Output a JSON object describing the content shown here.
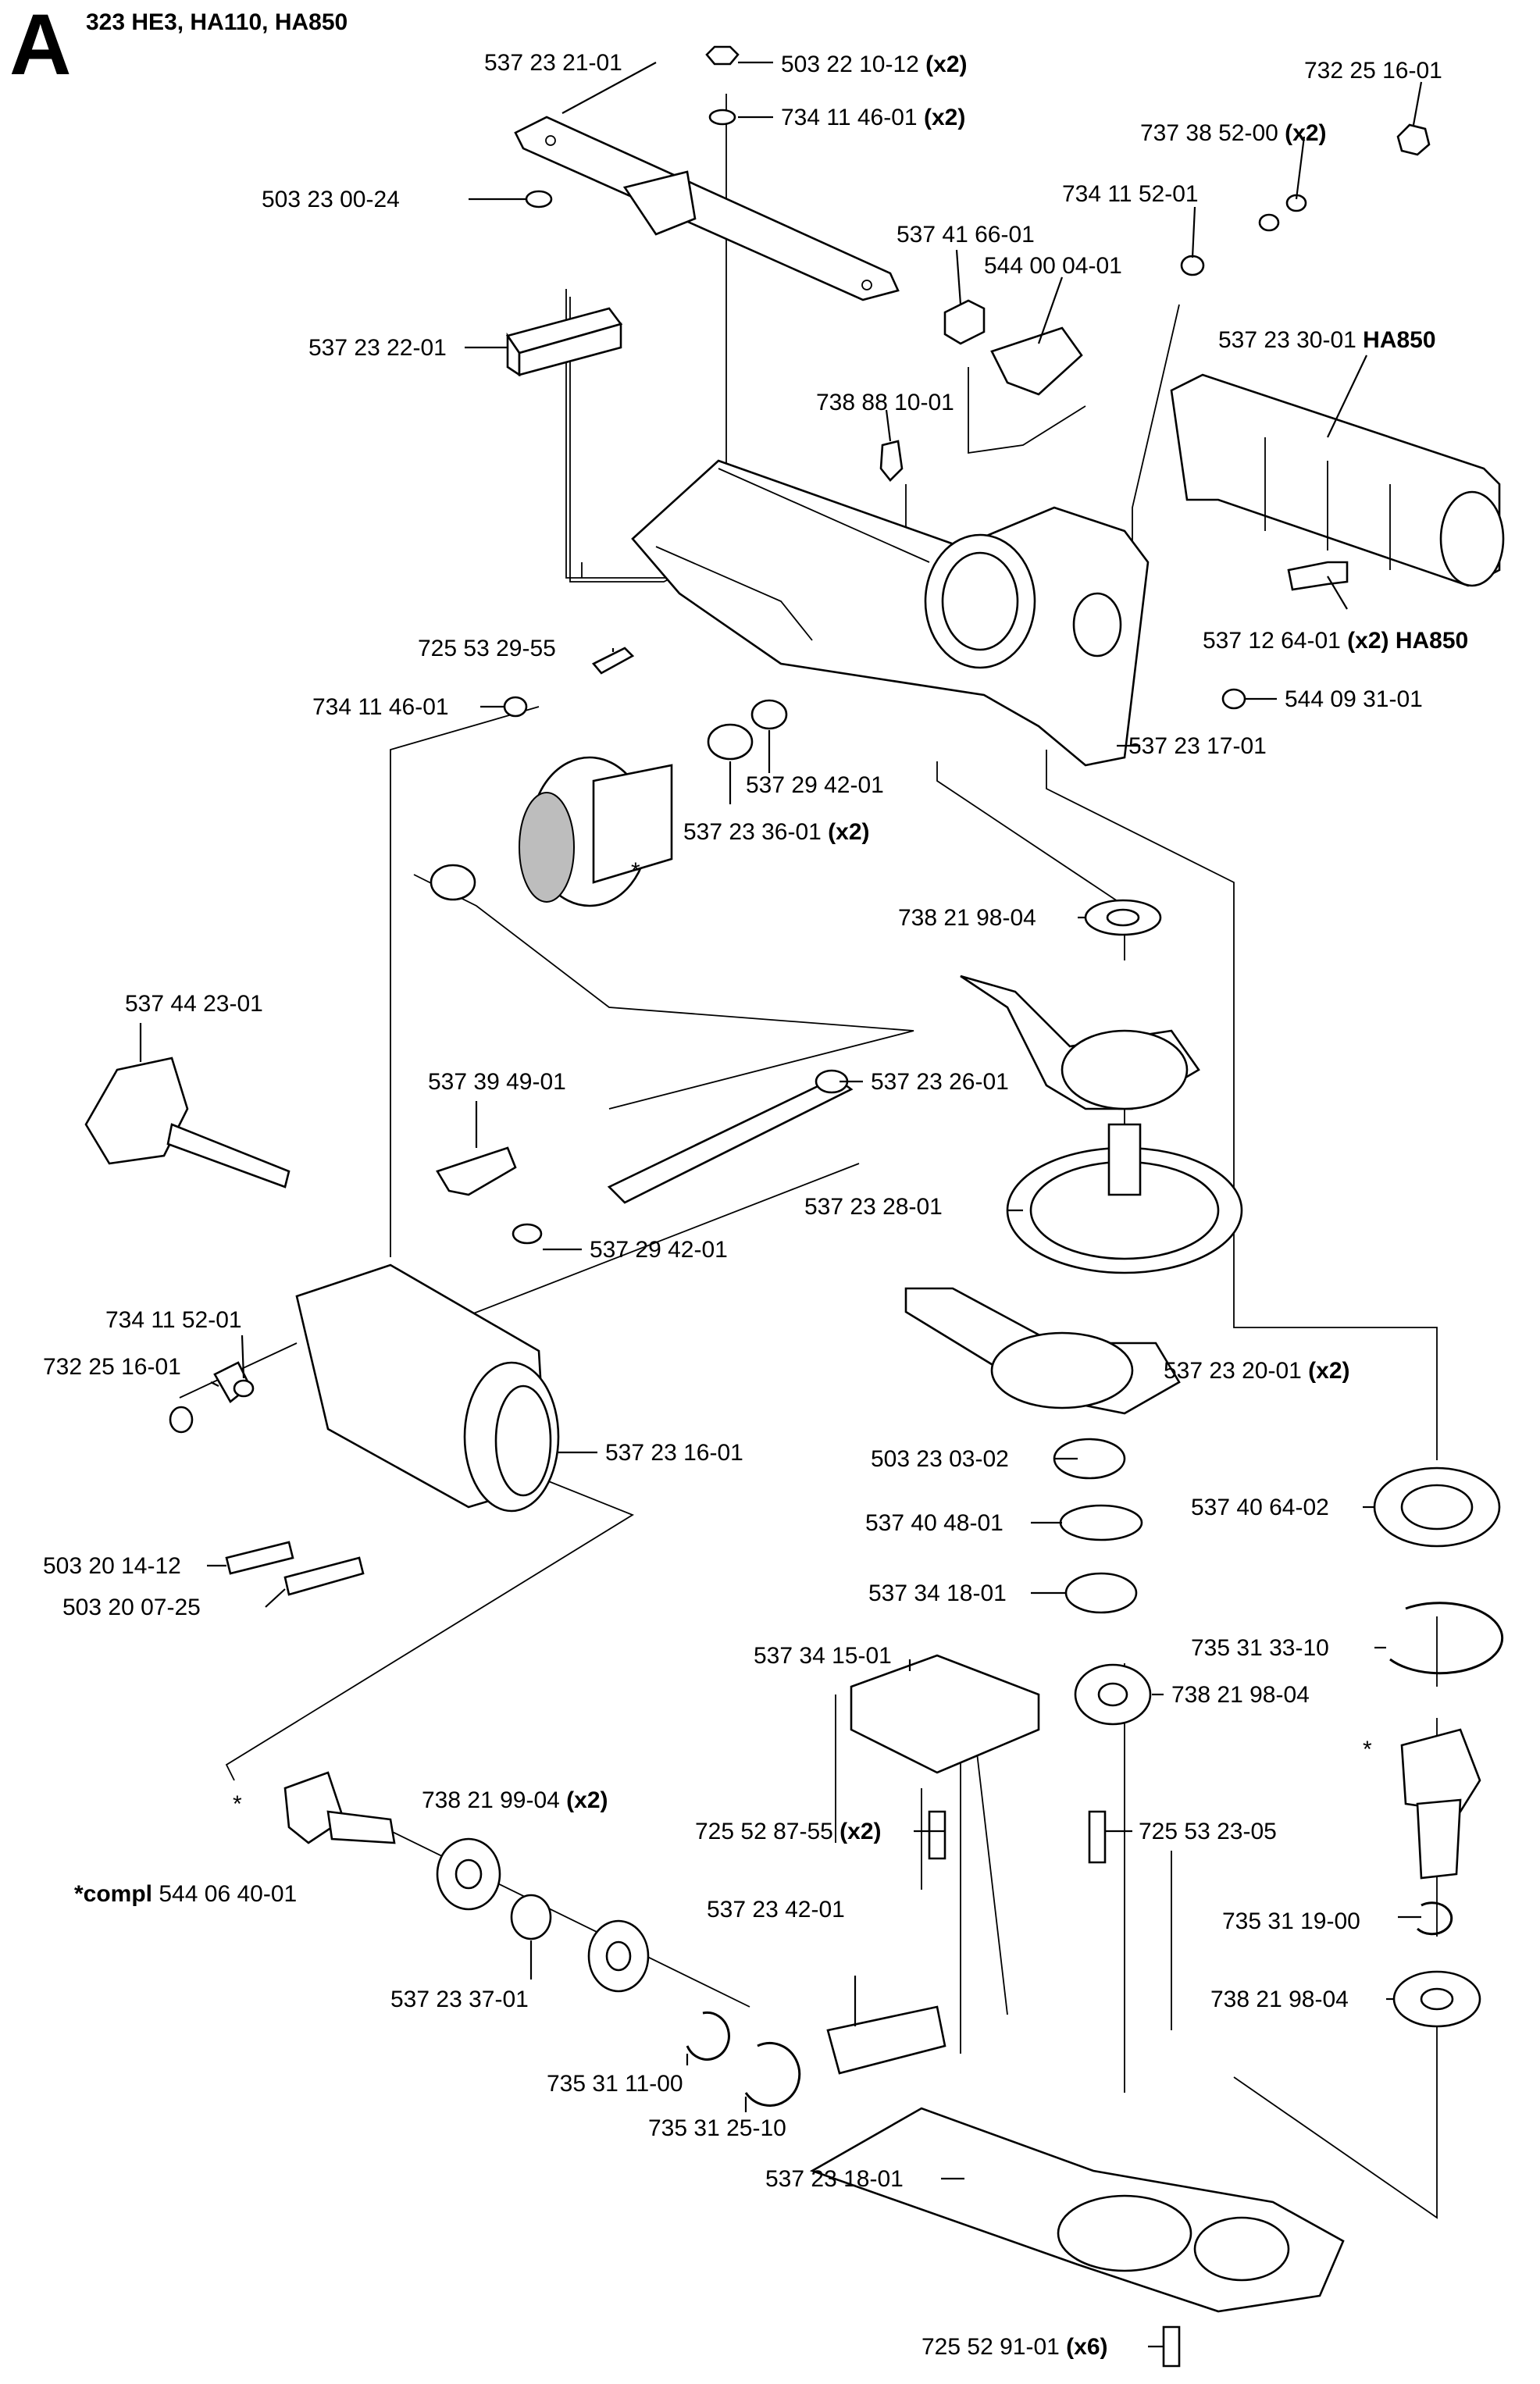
{
  "header": {
    "section": "A",
    "models": "323 HE3, HA110, HA850"
  },
  "parts": [
    {
      "number": "537 23 21-01",
      "note": ""
    },
    {
      "number": "503 22 10-12",
      "note": "(x2)"
    },
    {
      "number": "734 11 46-01",
      "note": "(x2)"
    },
    {
      "number": "732 25 16-01",
      "note": ""
    },
    {
      "number": "737 38 52-00",
      "note": "(x2)"
    },
    {
      "number": "503 23 00-24",
      "note": ""
    },
    {
      "number": "734 11 52-01",
      "note": ""
    },
    {
      "number": "537 41 66-01",
      "note": ""
    },
    {
      "number": "544 00 04-01",
      "note": ""
    },
    {
      "number": "537 23 22-01",
      "note": ""
    },
    {
      "number": "537 23 30-01",
      "note": "HA850"
    },
    {
      "number": "738 88 10-01",
      "note": ""
    },
    {
      "number": "537 12 64-01",
      "note": "(x2) HA850"
    },
    {
      "number": "725 53 29-55",
      "note": ""
    },
    {
      "number": "544 09 31-01",
      "note": ""
    },
    {
      "number": "734 11 46-01",
      "note": ""
    },
    {
      "number": "537 23 17-01",
      "note": ""
    },
    {
      "number": "537 29 42-01",
      "note": ""
    },
    {
      "number": "537 23 36-01",
      "note": "(x2)"
    },
    {
      "number": "738 21 98-04",
      "note": ""
    },
    {
      "number": "537 44 23-01",
      "note": ""
    },
    {
      "number": "537 39 49-01",
      "note": ""
    },
    {
      "number": "537 23 26-01",
      "note": ""
    },
    {
      "number": "537 23 28-01",
      "note": ""
    },
    {
      "number": "537 29 42-01",
      "note": ""
    },
    {
      "number": "734 11 52-01",
      "note": ""
    },
    {
      "number": "732 25 16-01",
      "note": ""
    },
    {
      "number": "537 23 20-01",
      "note": "(x2)"
    },
    {
      "number": "537 23 16-01",
      "note": ""
    },
    {
      "number": "503 23 03-02",
      "note": ""
    },
    {
      "number": "537 40 64-02",
      "note": ""
    },
    {
      "number": "537 40 48-01",
      "note": ""
    },
    {
      "number": "503 20 14-12",
      "note": ""
    },
    {
      "number": "503 20 07-25",
      "note": ""
    },
    {
      "number": "537 34 18-01",
      "note": ""
    },
    {
      "number": "735 31 33-10",
      "note": ""
    },
    {
      "number": "537 34 15-01",
      "note": ""
    },
    {
      "number": "738 21 98-04",
      "note": ""
    },
    {
      "number": "738 21 99-04",
      "note": "(x2)"
    },
    {
      "number": "725 52 87-55",
      "note": "(x2)"
    },
    {
      "number": "725 53 23-05",
      "note": ""
    },
    {
      "number": "544 06 40-01",
      "note": "*compl"
    },
    {
      "number": "537 23 42-01",
      "note": ""
    },
    {
      "number": "735 31 19-00",
      "note": ""
    },
    {
      "number": "738 21 98-04",
      "note": ""
    },
    {
      "number": "537 23 37-01",
      "note": ""
    },
    {
      "number": "735 31 11-00",
      "note": ""
    },
    {
      "number": "735 31 25-10",
      "note": ""
    },
    {
      "number": "537 23 18-01",
      "note": ""
    },
    {
      "number": "725 52 91-01",
      "note": "(x6)"
    }
  ],
  "asterisks": [
    "*",
    "*",
    "*"
  ]
}
